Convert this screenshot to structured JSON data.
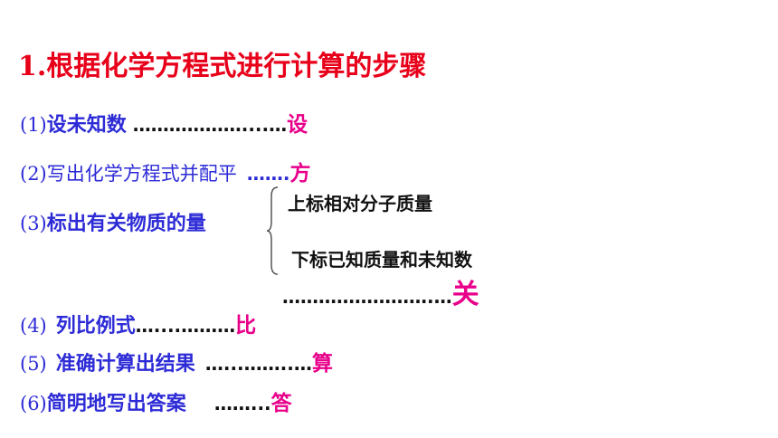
{
  "title": "1.根据化学方程式进行计算的步骤",
  "steps": [
    {
      "num": "(1)",
      "text": "设未知数",
      "dots": " ………………....…",
      "keyword": "设"
    },
    {
      "num": "(2)",
      "text": "写出化学方程式并配平",
      "dots": "…….",
      "keyword": "方"
    },
    {
      "num": "(3)",
      "text": "标出有关物质的量",
      "dots": "",
      "keyword": ""
    },
    {
      "num": "(4)",
      "text": "列比例式",
      "dots": "…....………",
      "keyword": "比"
    },
    {
      "num": "(5)",
      "text": "准确计算出结果",
      "dots": "…...……..…",
      "keyword": "算"
    },
    {
      "num": "(6)",
      "text": "简明地写出答案",
      "dots": "……...",
      "keyword": "答"
    }
  ],
  "sub_items": {
    "upper": "上标相对分子质量",
    "lower": "下标已知质量和未知数"
  },
  "relation": {
    "dots": "…………………….…",
    "keyword": "关"
  },
  "colors": {
    "title": "#e8001a",
    "step": "#2d2bd6",
    "keyword": "#e8008a"
  }
}
